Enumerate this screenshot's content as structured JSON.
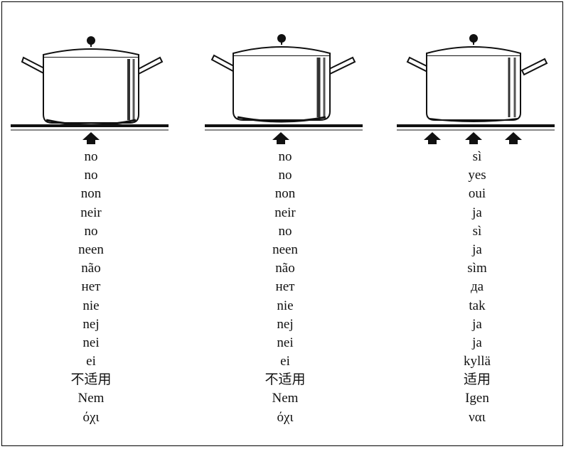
{
  "panels": [
    {
      "id": "pot-oversized",
      "arrows": 1,
      "words": [
        "no",
        "no",
        "non",
        "neir",
        "no",
        "neen",
        "não",
        "нет",
        "nie",
        "nej",
        "nei",
        "ei",
        "不适用",
        "Nem",
        "όχι"
      ]
    },
    {
      "id": "pot-too-small",
      "arrows": 1,
      "words": [
        "no",
        "no",
        "non",
        "neir",
        "no",
        "neen",
        "não",
        "нет",
        "nie",
        "nej",
        "nei",
        "ei",
        "不适用",
        "Nem",
        "όχι"
      ]
    },
    {
      "id": "pot-correct",
      "arrows": 3,
      "words": [
        "sì",
        "yes",
        "oui",
        "ja",
        "sì",
        "ja",
        "sìm",
        "да",
        "tak",
        "ja",
        "ja",
        "kyllä",
        "适用",
        "Igen",
        "ναι"
      ]
    }
  ]
}
